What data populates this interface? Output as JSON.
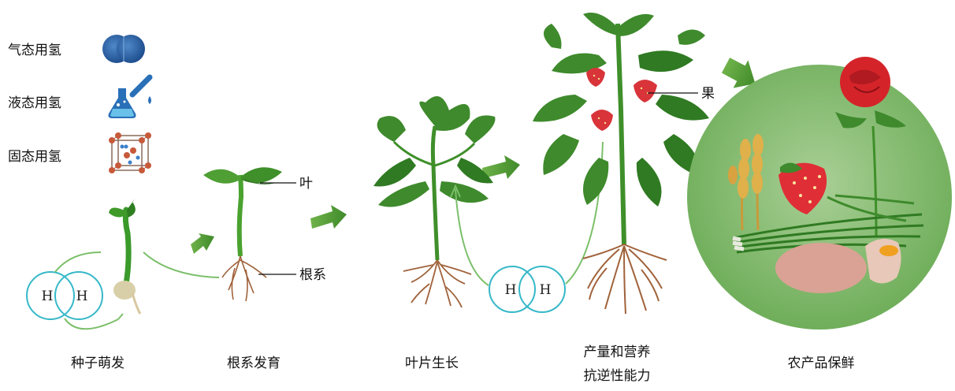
{
  "legend": {
    "items": [
      {
        "label": "气态用氢",
        "icon": "gas-molecule-icon"
      },
      {
        "label": "液态用氢",
        "icon": "flask-icon"
      },
      {
        "label": "固态用氢",
        "icon": "crystal-lattice-icon"
      }
    ]
  },
  "hydrogen": {
    "atom_label": "H"
  },
  "callouts": {
    "leaf": "叶",
    "root": "根系",
    "fruit": "果"
  },
  "stages": [
    {
      "label": "种子萌发"
    },
    {
      "label": "根系发育"
    },
    {
      "label": "叶片生长"
    },
    {
      "label_line1": "产量和营养",
      "label_line2": "抗逆性能力"
    },
    {
      "label": "农产品保鲜"
    }
  ],
  "colors": {
    "arrow_green": "#5a9a3a",
    "leaf_green": "#3f8f2a",
    "dark_leaf": "#2f6f22",
    "root_brown": "#a0623a",
    "h_ring": "#36b8c8",
    "circle_green": "#7fb56a",
    "strawberry_red": "#d8343a"
  }
}
